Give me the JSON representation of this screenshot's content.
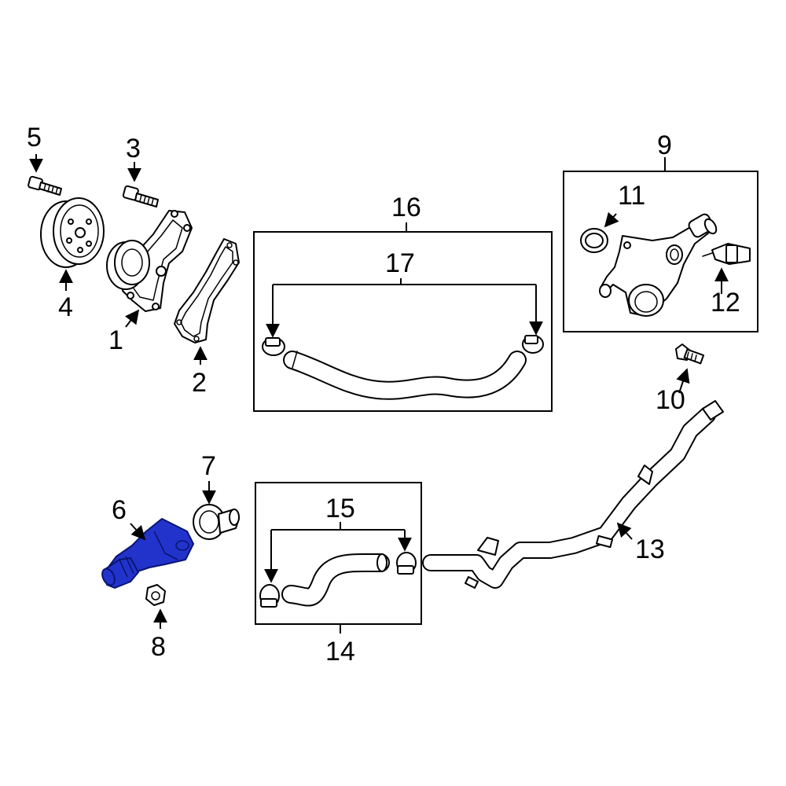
{
  "diagram": {
    "highlight_color": "#2233cc",
    "callouts": [
      {
        "id": "c1",
        "label": "1"
      },
      {
        "id": "c2",
        "label": "2"
      },
      {
        "id": "c3",
        "label": "3"
      },
      {
        "id": "c4",
        "label": "4"
      },
      {
        "id": "c5",
        "label": "5"
      },
      {
        "id": "c6",
        "label": "6"
      },
      {
        "id": "c7",
        "label": "7"
      },
      {
        "id": "c8",
        "label": "8"
      },
      {
        "id": "c9",
        "label": "9"
      },
      {
        "id": "c10",
        "label": "10"
      },
      {
        "id": "c11",
        "label": "11"
      },
      {
        "id": "c12",
        "label": "12"
      },
      {
        "id": "c13",
        "label": "13"
      },
      {
        "id": "c14",
        "label": "14"
      },
      {
        "id": "c15",
        "label": "15"
      },
      {
        "id": "c16",
        "label": "16"
      },
      {
        "id": "c17",
        "label": "17"
      }
    ]
  }
}
